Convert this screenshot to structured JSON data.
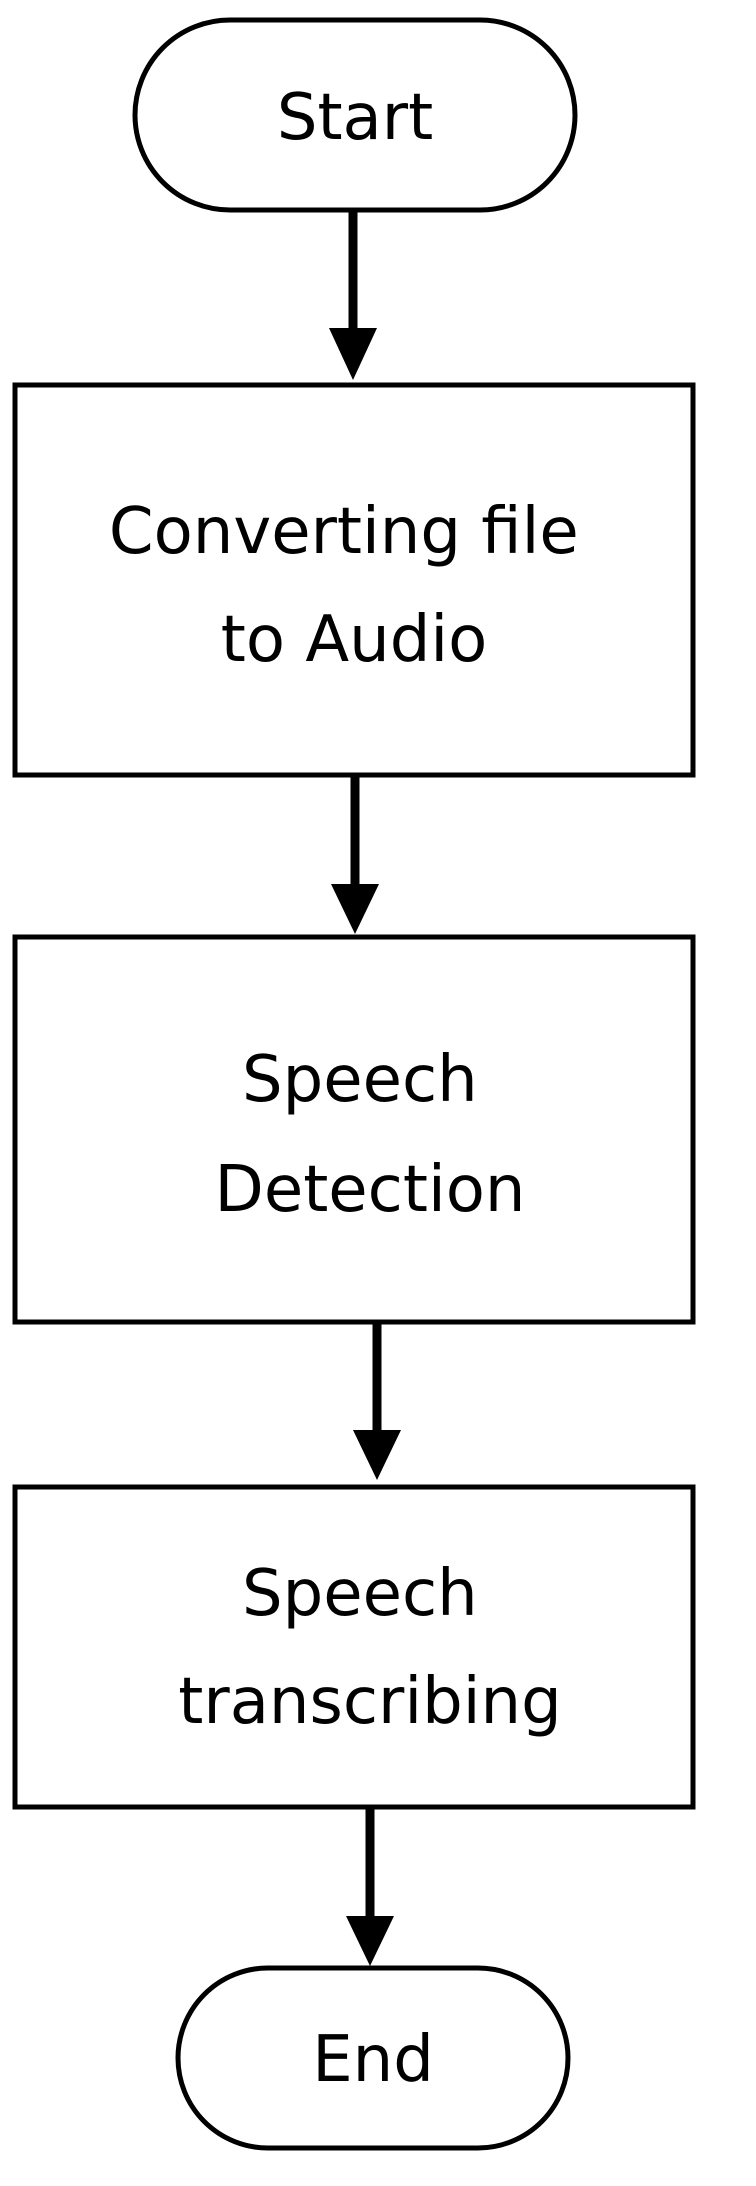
{
  "diagram": {
    "type": "flowchart",
    "nodes": {
      "start": {
        "label": "Start",
        "shape": "terminal"
      },
      "convert": {
        "line1": "Converting file",
        "line2": "to Audio",
        "shape": "process"
      },
      "detect": {
        "line1": "Speech",
        "line2": "Detection",
        "shape": "process"
      },
      "transcribe": {
        "line1": "Speech",
        "line2": "transcribing",
        "shape": "process"
      },
      "end": {
        "label": "End",
        "shape": "terminal"
      }
    },
    "edges": [
      {
        "from": "start",
        "to": "convert"
      },
      {
        "from": "convert",
        "to": "detect"
      },
      {
        "from": "detect",
        "to": "transcribe"
      },
      {
        "from": "transcribe",
        "to": "end"
      }
    ],
    "colors": {
      "stroke": "#000000",
      "fill": "#ffffff",
      "background": "#ffffff"
    }
  }
}
